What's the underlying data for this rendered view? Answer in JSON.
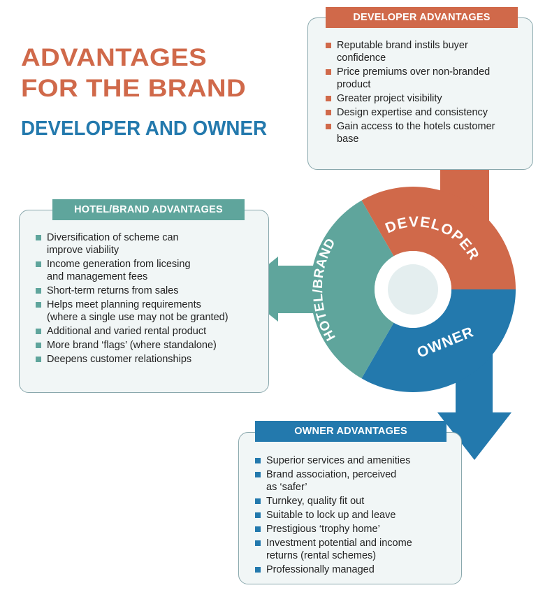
{
  "colors": {
    "developer": "#d0694a",
    "hotel": "#5fa59c",
    "owner": "#2379ad",
    "center": "#e4eeef"
  },
  "title": {
    "line1": "ADVANTAGES",
    "line2": "FOR THE BRAND",
    "subtitle": "DEVELOPER AND OWNER"
  },
  "ring": {
    "developer": "DEVELOPER",
    "hotel": "HOTEL/BRAND",
    "owner": "OWNER"
  },
  "developer_panel": {
    "header": "DEVELOPER ADVANTAGES",
    "items": [
      [
        "Reputable brand instils buyer",
        "confidence"
      ],
      [
        "Price premiums over non-branded",
        "product"
      ],
      [
        "Greater project visibility"
      ],
      [
        "Design expertise and consistency"
      ],
      [
        "Gain access to the hotels customer",
        "base"
      ]
    ]
  },
  "hotel_panel": {
    "header": "HOTEL/BRAND ADVANTAGES",
    "items": [
      [
        "Diversification of scheme can",
        "improve viability"
      ],
      [
        "Income generation from licesing",
        "and management fees"
      ],
      [
        "Short-term returns from sales"
      ],
      [
        "Helps meet planning requirements",
        "(where a single use may not be granted)"
      ],
      [
        "Additional and varied rental product"
      ],
      [
        "More brand ‘flags’ (where standalone)"
      ],
      [
        "Deepens customer relationships"
      ]
    ]
  },
  "owner_panel": {
    "header": "OWNER ADVANTAGES",
    "items": [
      [
        "Superior services and amenities"
      ],
      [
        "Brand association, perceived",
        "as ‘safer’"
      ],
      [
        "Turnkey, quality fit out"
      ],
      [
        "Suitable to lock up and leave"
      ],
      [
        "Prestigious ‘trophy home’"
      ],
      [
        "Investment potential and income",
        "returns (rental schemes)"
      ],
      [
        "Professionally managed"
      ]
    ]
  }
}
